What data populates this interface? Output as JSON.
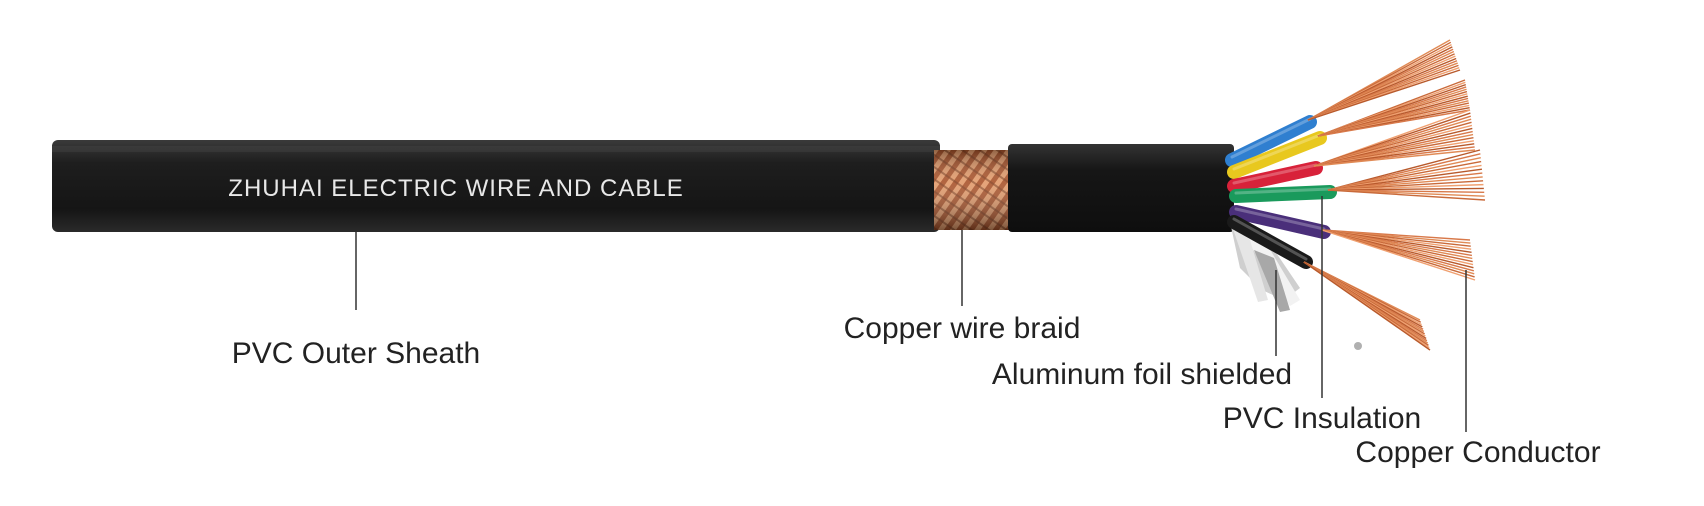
{
  "cable": {
    "print_text": "ZHUHAI ELECTRIC WIRE AND CABLE",
    "colors": {
      "sheath": "#1c1c1c",
      "braid": "#c26a3a",
      "inner_sheath": "#141414",
      "copper": "#d8794a",
      "foil": "#d9d9d9",
      "print": "#e8e8e8",
      "leader": "#333333",
      "label": "#222222"
    },
    "core_colors": [
      {
        "name": "blue",
        "hex": "#2f7fd0"
      },
      {
        "name": "yellow",
        "hex": "#e8c81e"
      },
      {
        "name": "red",
        "hex": "#d8223a"
      },
      {
        "name": "green",
        "hex": "#1a9a5c"
      },
      {
        "name": "purple",
        "hex": "#4a2f7a"
      },
      {
        "name": "black",
        "hex": "#1a1a1a"
      }
    ]
  },
  "labels": {
    "outer_sheath": "PVC Outer Sheath",
    "braid": "Copper wire braid",
    "foil": "Aluminum foil shielded",
    "insulation": "PVC Insulation",
    "conductor": "Copper Conductor"
  }
}
